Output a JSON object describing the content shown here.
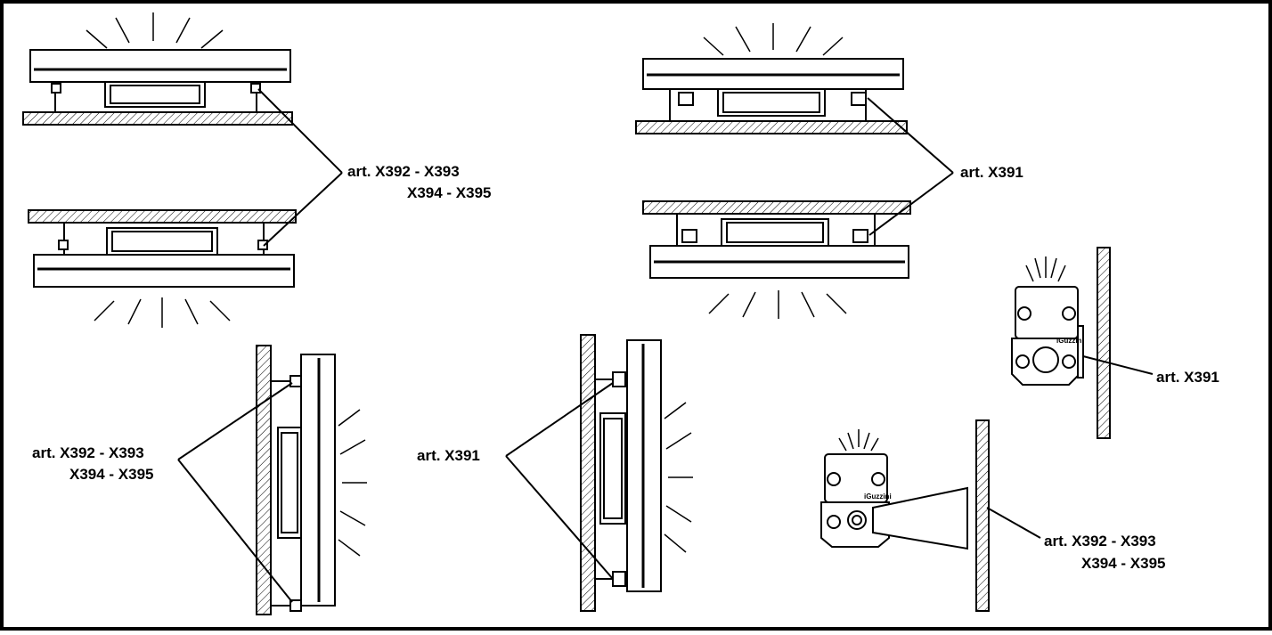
{
  "labels": {
    "top_left_line1": "art.  X392 - X393",
    "top_left_line2": "X394 - X395",
    "top_right": "art.  X391",
    "mid_right": "art.  X391",
    "bottom_left_line1": "art.  X392 - X393",
    "bottom_left_line2": "X394 - X395",
    "bottom_center": "art.  X391",
    "bottom_right_line1": "art.  X392 - X393",
    "bottom_right_line2": "X394 - X395"
  },
  "brand": "iGuzzini",
  "colors": {
    "stroke": "#000000",
    "background": "#ffffff",
    "hatch": "#000000"
  }
}
